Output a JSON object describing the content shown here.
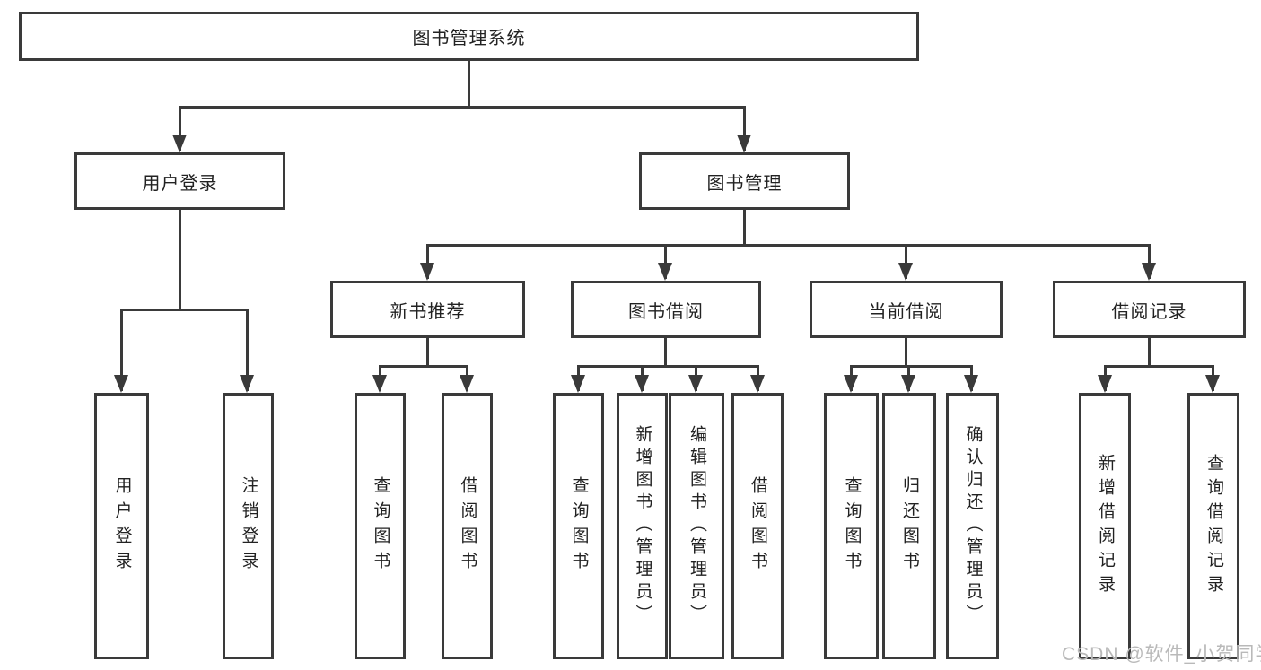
{
  "diagram": {
    "title": "图书管理系统",
    "root": {
      "label": "图书管理系统"
    },
    "level1": [
      {
        "id": "user-login",
        "label": "用户登录"
      },
      {
        "id": "book-management",
        "label": "图书管理"
      }
    ],
    "level2": [
      {
        "id": "new-book-recommend",
        "label": "新书推荐",
        "parent": "book-management"
      },
      {
        "id": "book-borrow",
        "label": "图书借阅",
        "parent": "book-management"
      },
      {
        "id": "current-borrow",
        "label": "当前借阅",
        "parent": "book-management"
      },
      {
        "id": "borrow-records",
        "label": "借阅记录",
        "parent": "book-management"
      }
    ],
    "leaves": [
      {
        "id": "user-login-leaf",
        "label": "用户登录",
        "parent": "user-login"
      },
      {
        "id": "logout",
        "label": "注销登录",
        "parent": "user-login"
      },
      {
        "id": "query-books-1",
        "label": "查询图书",
        "parent": "new-book-recommend"
      },
      {
        "id": "borrow-books-1",
        "label": "借阅图书",
        "parent": "new-book-recommend"
      },
      {
        "id": "query-books-2",
        "label": "查询图书",
        "parent": "book-borrow"
      },
      {
        "id": "add-books-admin",
        "label": "新增图书（管理员）",
        "parent": "book-borrow"
      },
      {
        "id": "edit-books-admin",
        "label": "编辑图书（管理员）",
        "parent": "book-borrow"
      },
      {
        "id": "borrow-books-2",
        "label": "借阅图书",
        "parent": "book-borrow"
      },
      {
        "id": "query-books-3",
        "label": "查询图书",
        "parent": "current-borrow"
      },
      {
        "id": "return-books",
        "label": "归还图书",
        "parent": "current-borrow"
      },
      {
        "id": "confirm-return-admin",
        "label": "确认归还（管理员）",
        "parent": "current-borrow"
      },
      {
        "id": "add-borrow-record",
        "label": "新增借阅记录",
        "parent": "borrow-records"
      },
      {
        "id": "query-borrow-record",
        "label": "查询借阅记录",
        "parent": "borrow-records"
      }
    ]
  },
  "watermark": {
    "text": "CSDN @软件_小贺同学"
  },
  "colors": {
    "line": "#3a3a3a",
    "text": "#222222",
    "watermark": "#b9b9b9",
    "background": "#ffffff"
  }
}
